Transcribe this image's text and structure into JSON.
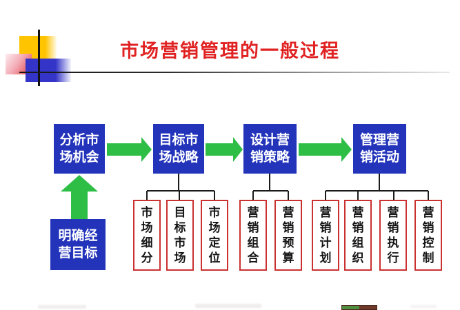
{
  "title": {
    "text": "市场营销管理的一般过程"
  },
  "colors": {
    "title": "#e02222",
    "step_box_bg": "#2334bb",
    "step_box_text": "#ffffff",
    "arrow_green": "#2ebe46",
    "sub_box_border": "#c9302f",
    "sub_box_text": "#151515",
    "connector": "#1a1a1a",
    "deco_yellow": "#ffc400",
    "deco_pink": "#e23d3d",
    "deco_blue": "#3434c8",
    "logo_green": "#4f8f3f",
    "logo_brown": "#6f3a2a"
  },
  "flow": {
    "steps": [
      {
        "label": "分析市\n场机会"
      },
      {
        "label": "目标市\n场战略"
      },
      {
        "label": "设计营\n销策略"
      },
      {
        "label": "管理营\n销活动"
      }
    ],
    "premise": {
      "label": "明确经\n营目标"
    },
    "subgroups": [
      {
        "items": [
          "市场细分",
          "目标市场",
          "市场定位"
        ]
      },
      {
        "items": [
          "营销组合",
          "营销预算"
        ]
      },
      {
        "items": [
          "营销计划",
          "营销组织",
          "营销执行",
          "营销控制"
        ]
      }
    ]
  }
}
